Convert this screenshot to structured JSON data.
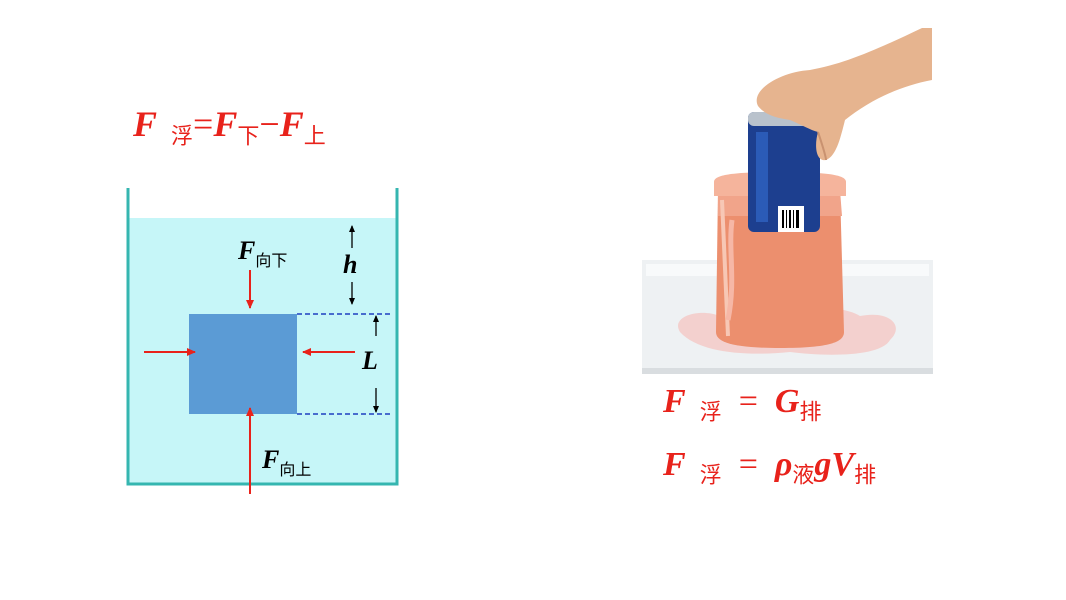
{
  "top_formula": {
    "F1": "F",
    "sub1": "浮",
    "eq": "=",
    "F2": "F",
    "sub2": "下",
    "minus": "−",
    "F3": "F",
    "sub3": "上"
  },
  "diagram": {
    "label_down": {
      "F": "F",
      "sub": "向下"
    },
    "label_up": {
      "F": "F",
      "sub": "向上"
    },
    "h": "h",
    "L": "L",
    "colors": {
      "water": "#c6f6f8",
      "container": "#35b6b0",
      "block": "#5b9bd5",
      "arrow": "#e8221b"
    }
  },
  "photo": {
    "description_icon": "hand-pressing-can-into-overflow-beaker-icon"
  },
  "formula1": {
    "F": "F",
    "sub": "浮",
    "eq": "=",
    "G": "G",
    "G_sub": "排"
  },
  "formula2": {
    "F": "F",
    "sub": "浮",
    "eq": "=",
    "rho": "ρ",
    "rho_sub": "液",
    "g": "g",
    "V": "V",
    "V_sub": "排"
  }
}
